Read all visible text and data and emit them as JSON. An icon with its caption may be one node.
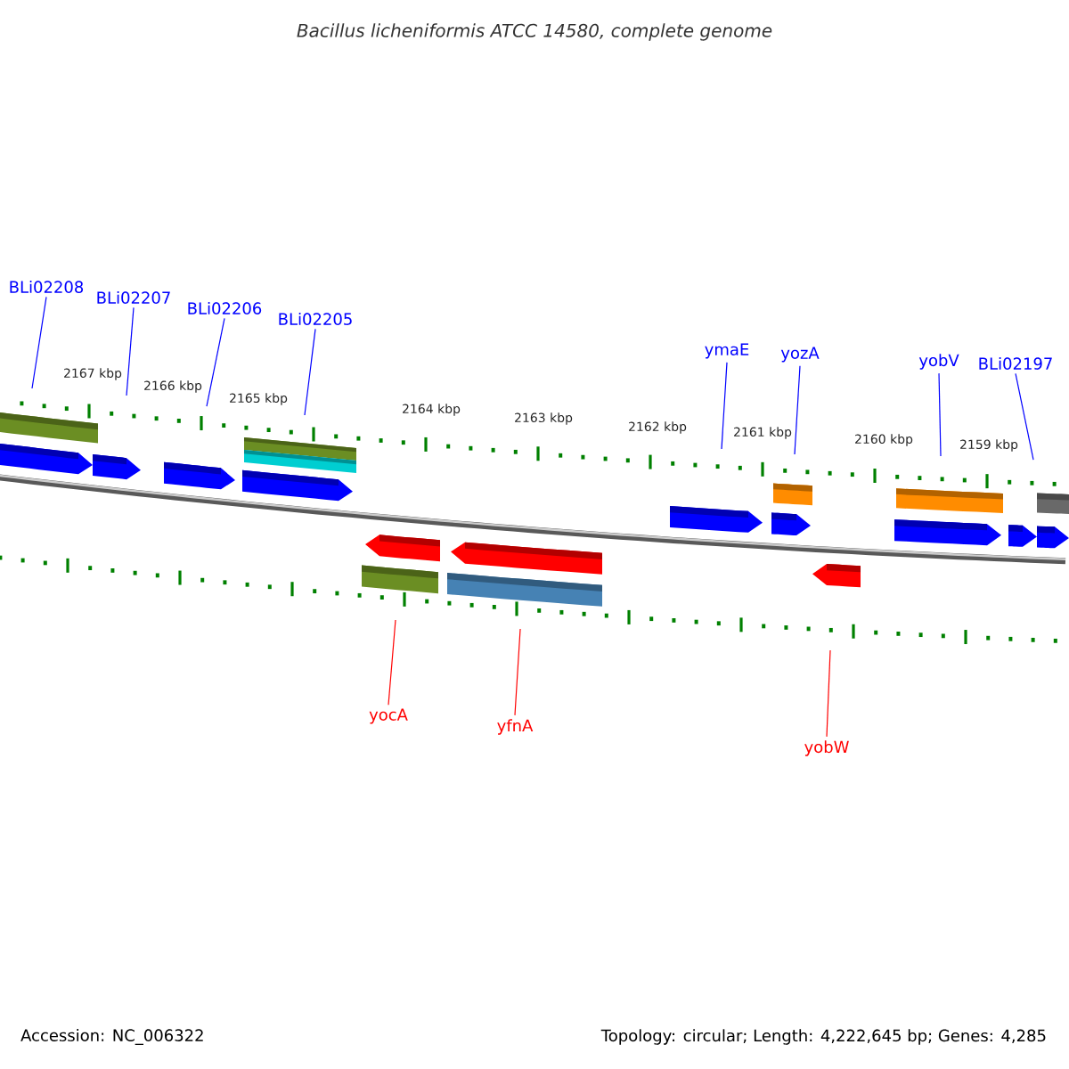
{
  "diagram": {
    "title": "Bacillus licheniformis ATCC 14580, complete genome",
    "nodes": [
      {
        "text": [
          "BLi02208"
        ]
      },
      {
        "text": [
          "BLi02207"
        ]
      },
      {
        "text": [
          "BLi02206"
        ]
      },
      {
        "text": [
          "BLi02205"
        ]
      },
      {
        "text": [
          "ymaE"
        ]
      },
      {
        "text": [
          "yozA"
        ]
      },
      {
        "text": [
          "yobV"
        ]
      },
      {
        "text": [
          "BLi02197"
        ]
      },
      {
        "text": [
          "yocA"
        ]
      },
      {
        "text": [
          "yfnA"
        ]
      },
      {
        "text": [
          "yobW"
        ]
      }
    ],
    "edges": [
      {
        "from": 0,
        "to": null,
        "arrow": "none"
      },
      {
        "from": 1,
        "to": null,
        "arrow": "none"
      },
      {
        "from": 2,
        "to": null,
        "arrow": "none"
      },
      {
        "from": 3,
        "to": null,
        "arrow": "none"
      },
      {
        "from": 4,
        "to": null,
        "arrow": "none"
      },
      {
        "from": 5,
        "to": null,
        "arrow": "none"
      },
      {
        "from": 6,
        "to": null,
        "arrow": "none"
      },
      {
        "from": 7,
        "to": null,
        "arrow": "none"
      },
      {
        "from": 8,
        "to": null,
        "arrow": "none",
        "color": "#ff0000"
      },
      {
        "from": 9,
        "to": null,
        "arrow": "none",
        "color": "#ff0000"
      },
      {
        "from": 10,
        "to": null,
        "arrow": "none",
        "color": "#ff0000"
      }
    ],
    "labels": [
      "2167 kbp",
      "2166 kbp",
      "2165 kbp",
      "2164 kbp",
      "2163 kbp",
      "2162 kbp",
      "2161 kbp",
      "2160 kbp",
      "2159 kbp",
      "Accession: NC_006322",
      "Topology: circular; Length: 4,222,645 bp; Genes: 4,285"
    ]
  }
}
